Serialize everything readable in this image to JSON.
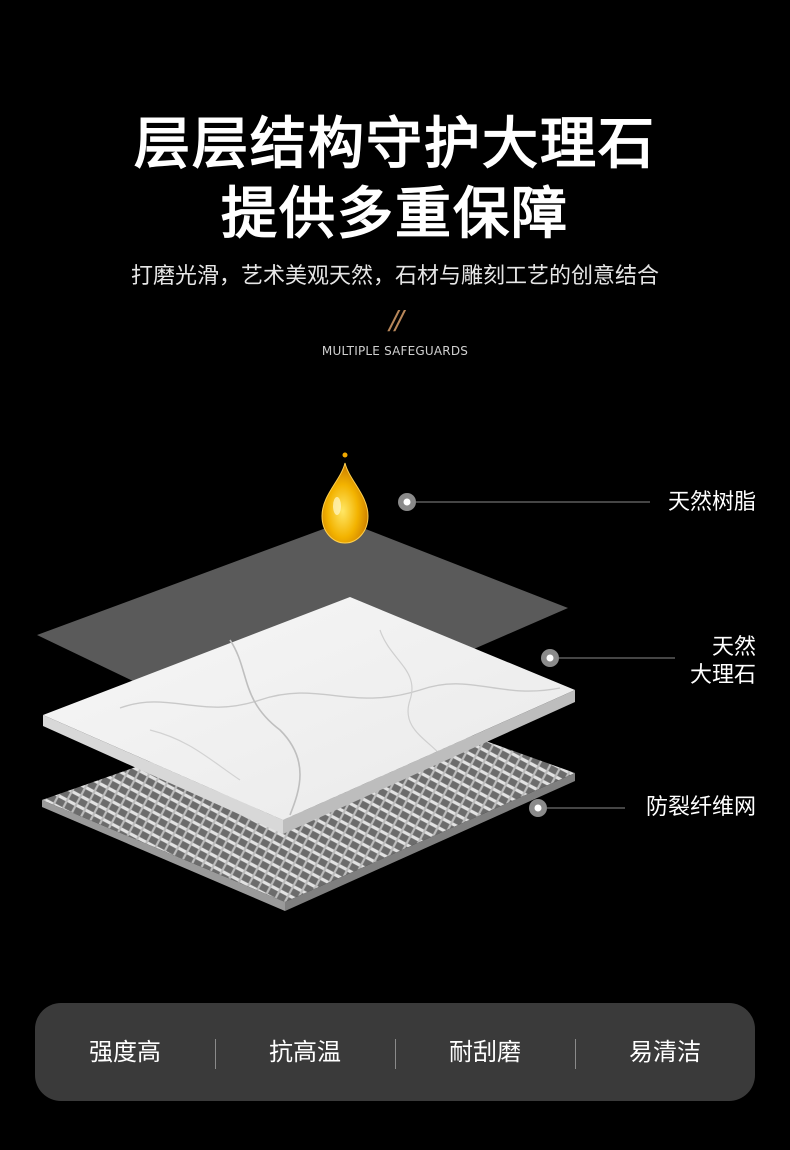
{
  "header": {
    "title_line1": "层层结构守护大理石",
    "title_line2": "提供多重保障",
    "subtitle": "打磨光滑，艺术美观天然，石材与雕刻工艺的创意结合",
    "divider_mark": "//",
    "english_caption": "MULTIPLE SAFEGUARDS"
  },
  "layers": {
    "resin_label": "天然树脂",
    "marble_label_line1": "天然",
    "marble_label_line2": "大理石",
    "mesh_label": "防裂纤维网"
  },
  "features": [
    {
      "label": "强度高"
    },
    {
      "label": "抗高温"
    },
    {
      "label": "耐刮磨"
    },
    {
      "label": "易清洁"
    }
  ],
  "colors": {
    "background": "#000000",
    "panel": "#3a3a3a",
    "accent": "#b8875a",
    "resin_drop": "#f2a900"
  }
}
